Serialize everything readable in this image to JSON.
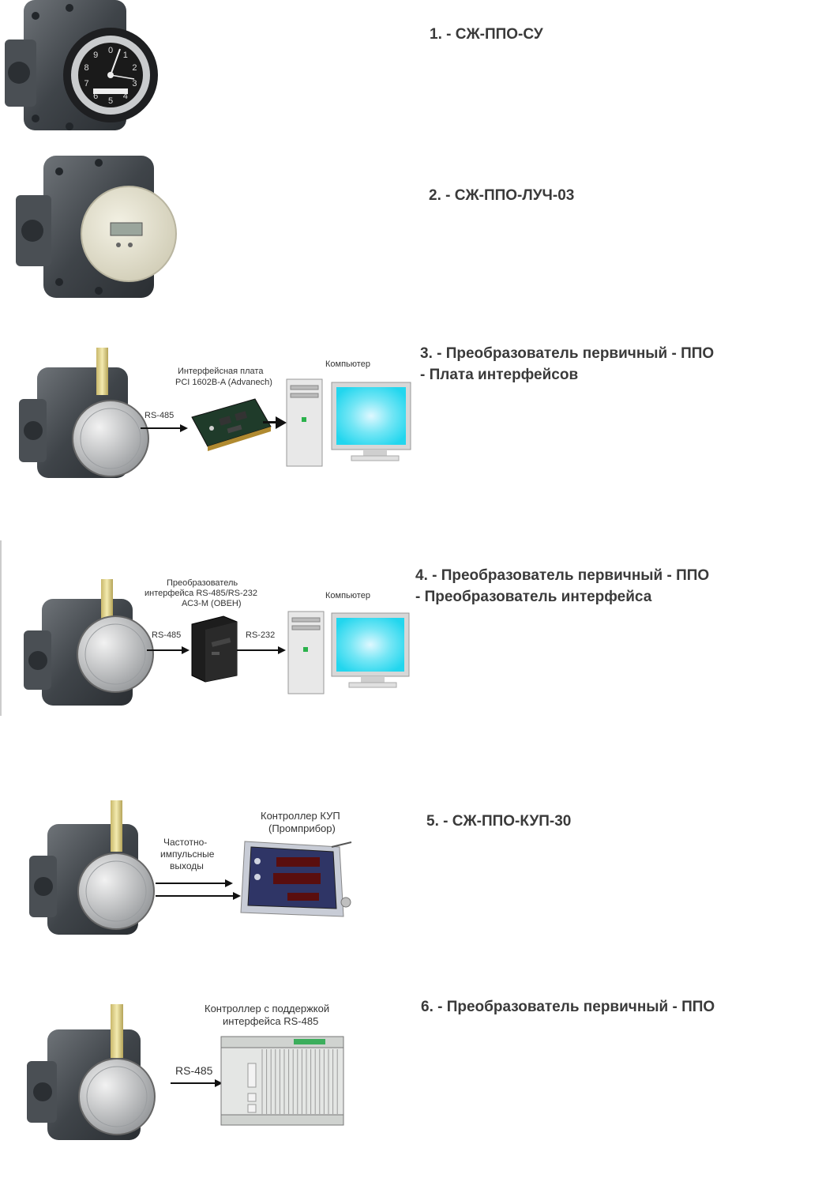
{
  "items": [
    {
      "caption": "1. - СЖ-ППО-СУ"
    },
    {
      "caption": "2. - СЖ-ППО-ЛУЧ-03"
    },
    {
      "caption_line1": "3. - Преобразователь первичный - ППО",
      "caption_line2": "- Плата интерфейсов",
      "arrow_label": "RS-485",
      "board_label_1": "Интерфейсная плата",
      "board_label_2": "PCI 1602B-A (Advanech)",
      "computer_label": "Компьютер"
    },
    {
      "caption_line1": "4. - Преобразователь первичный - ППО",
      "caption_line2": "- Преобразователь интерфейса",
      "arrow_label_in": "RS-485",
      "arrow_label_out": "RS-232",
      "converter_label_1": "Преобразователь",
      "converter_label_2": "интерфейса RS-485/RS-232",
      "converter_label_3": "АС3-М (ОВЕН)",
      "computer_label": "Компьютер"
    },
    {
      "caption": "5. - СЖ-ППО-КУП-30",
      "outputs_label_1": "Частотно-",
      "outputs_label_2": "импульсные",
      "outputs_label_3": "выходы",
      "controller_label_1": "Контроллер КУП",
      "controller_label_2": "(Промприбор)"
    },
    {
      "caption": "6. - Преобразователь первичный - ППО",
      "controller_label_1": "Контроллер с поддержкой",
      "controller_label_2": "интерфейса RS-485",
      "arrow_label": "RS-485"
    }
  ],
  "dial_numbers": [
    "0",
    "1",
    "2",
    "3",
    "4",
    "5",
    "6",
    "7",
    "8",
    "9"
  ]
}
